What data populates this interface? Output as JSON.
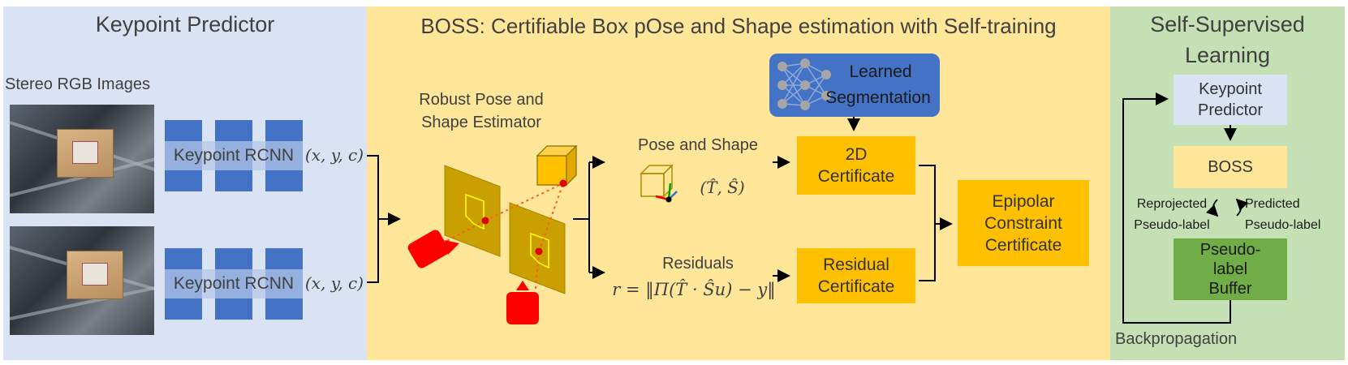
{
  "left_panel": {
    "title": "Keypoint Predictor",
    "images_label": "Stereo RGB Images",
    "rcnn_top": "Keypoint RCNN",
    "rcnn_bottom": "Keypoint RCNN",
    "output_top": "(x, y, c)",
    "output_bottom": "(x, y, c)"
  },
  "middle_panel": {
    "title": "BOSS: Certifiable Box pOse and Shape estimation with Self-training",
    "estimator_line1": "Robust Pose and",
    "estimator_line2": "Shape Estimator",
    "learned_line1": "Learned",
    "learned_line2": "Segmentation",
    "pose_shape_label": "Pose and Shape",
    "pose_shape_math": "(T̂, Ŝ)",
    "residuals_label": "Residuals",
    "residuals_math": "r = ‖Π(T̂ · Ŝu) − y‖",
    "cert_2d_line1": "2D",
    "cert_2d_line2": "Certificate",
    "cert_res_line1": "Residual",
    "cert_res_line2": "Certificate",
    "cert_epi_line1": "Epipolar",
    "cert_epi_line2": "Constraint",
    "cert_epi_line3": "Certificate"
  },
  "right_panel": {
    "title_line1": "Self-Supervised",
    "title_line2": "Learning",
    "kp_line1": "Keypoint",
    "kp_line2": "Predictor",
    "boss": "BOSS",
    "reprojected_line1": "Reprojected",
    "reprojected_line2": "Pseudo-label",
    "predicted_line1": "Predicted",
    "predicted_line2": "Pseudo-label",
    "buffer_line1": "Pseudo-",
    "buffer_line2": "label",
    "buffer_line3": "Buffer",
    "backprop": "Backpropagation"
  },
  "colors": {
    "left_bg": "#dae3f3",
    "middle_bg": "#ffe699",
    "right_bg": "#c5e0b4",
    "block_blue": "#4472c4",
    "certificate_gold": "#ffc000",
    "buffer_green": "#70ad47",
    "camera_red": "#ff0000"
  },
  "icons": [
    "neural-network-icon",
    "camera-icon",
    "cube-icon",
    "coordinate-frame-icon",
    "cycle-arrows-icon"
  ]
}
